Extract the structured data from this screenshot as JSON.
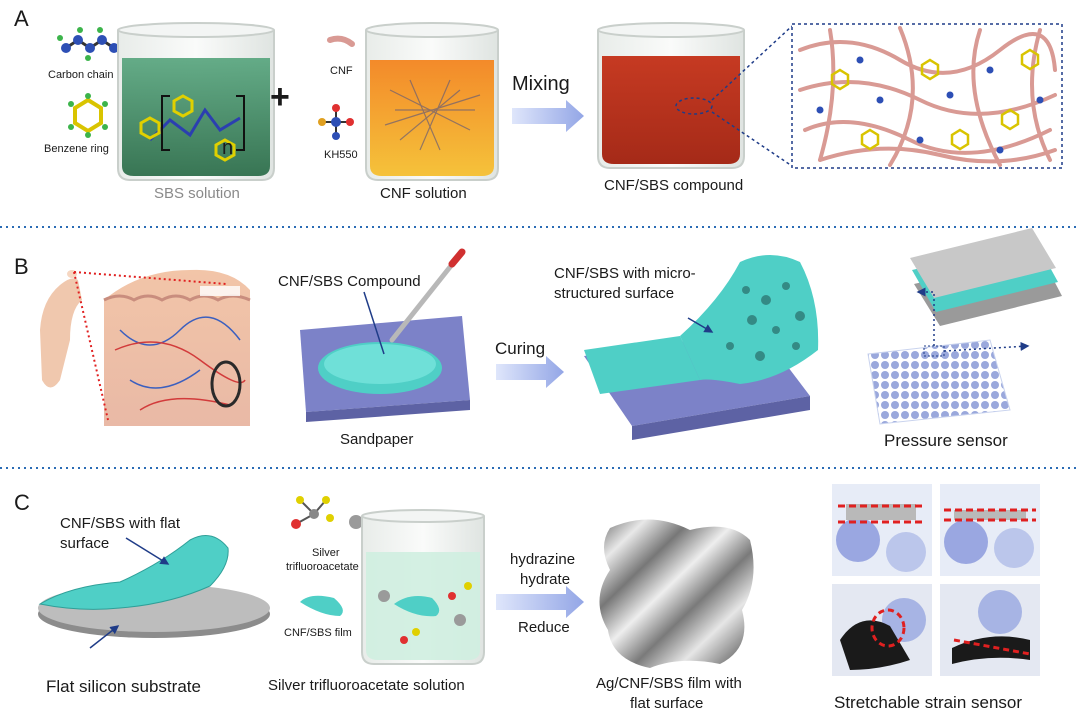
{
  "panel_a": {
    "letter": "A",
    "carbon_chain": "Carbon chain",
    "benzene_ring": "Benzene ring",
    "sbs_solution": "SBS solution",
    "repeat_n": "n",
    "plus": "+",
    "cnf": "CNF",
    "kh550": "KH550",
    "cnf_solution": "CNF solution",
    "mixing": "Mixing",
    "compound": "CNF/SBS compound"
  },
  "panel_b": {
    "letter": "B",
    "compound": "CNF/SBS Compound",
    "sandpaper": "Sandpaper",
    "curing": "Curing",
    "micro_line1": "CNF/SBS with micro-",
    "micro_line2": "structured surface",
    "pressure_sensor": "Pressure sensor"
  },
  "panel_c": {
    "letter": "C",
    "flat_line1": "CNF/SBS with flat",
    "flat_line2": "surface",
    "flat_substrate": "Flat silicon substrate",
    "silver_line1": "Silver",
    "silver_line2": "trifluoroacetate",
    "film": "CNF/SBS film",
    "silver_solution": "Silver trifluoroacetate solution",
    "hydrazine_line1": "hydrazine",
    "hydrazine_line2": "hydrate",
    "reduce": "Reduce",
    "ag_line1": "Ag/CNF/SBS film with",
    "ag_line2": "flat surface",
    "strain_sensor": "Stretchable strain sensor"
  },
  "colors": {
    "accent_cyan": "#4fcfc6",
    "sandpaper_purple": "#7c82c8",
    "sbs_green": "#3f8a62",
    "cnf_orange": "#f0a030",
    "compound_red": "#b4301e",
    "fiber_pink": "#d99a94",
    "arrow_blue": "#a9b8e8",
    "divider_blue": "#2b6cb5",
    "dashed_red": "#e02020"
  }
}
